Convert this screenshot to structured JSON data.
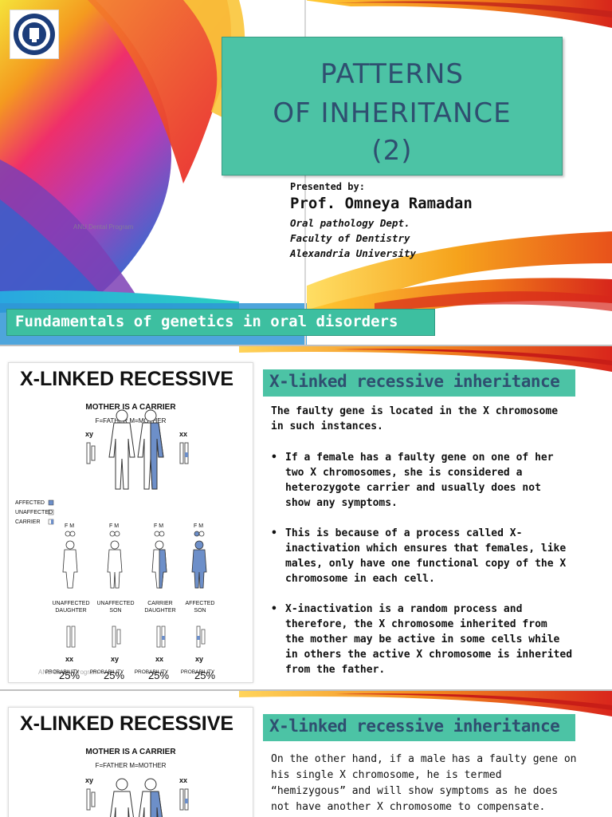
{
  "slide1": {
    "title_lines": [
      "PATTERNS",
      "OF INHERITANCE",
      "(2)"
    ],
    "presented_by": "Presented by:",
    "presenter": "Prof. Omneya Ramadan",
    "affiliation": [
      "Oral pathology Dept.",
      "Faculty of Dentistry",
      "Alexandria University"
    ],
    "watermark": "ANU Dental Program",
    "banner": "Fundamentals of genetics in oral disorders"
  },
  "slide2": {
    "figure": {
      "title": "X-LINKED RECESSIVE",
      "subtitle": "MOTHER IS A CARRIER",
      "parents_key": "F=FATHER  M=MOTHER",
      "father_chromosomes": "xy",
      "mother_chromosomes": "xx",
      "legend": [
        "AFFECTED",
        "UNAFFECTED",
        "CARRIER"
      ],
      "fm_label": "F M",
      "children": [
        {
          "label1": "UNAFFECTED",
          "label2": "DAUGHTER",
          "chrom": "xx",
          "pct": "25%",
          "prob": "PROBABILITY"
        },
        {
          "label1": "UNAFFECTED",
          "label2": "SON",
          "chrom": "xy",
          "pct": "25%",
          "prob": "PROBABILITY"
        },
        {
          "label1": "CARRIER",
          "label2": "DAUGHTER",
          "chrom": "xx",
          "pct": "25%",
          "prob": "PROBABILITY"
        },
        {
          "label1": "AFFECTED",
          "label2": "SON",
          "chrom": "xy",
          "pct": "25%",
          "prob": "PROBABILITY"
        }
      ],
      "watermark": "ANU Dental Program"
    },
    "heading": "X-linked recessive inheritance",
    "intro": [
      "The faulty gene is located in the X chromosome",
      "in such instances."
    ],
    "bullets": [
      [
        "If a female has a faulty gene on one of her",
        "two X chromosomes, she is considered a",
        "heterozygote carrier and usually does not",
        "show any symptoms."
      ],
      [
        "This is because of a process called X-",
        "inactivation which ensures that females, like",
        "males, only have one functional copy of the X",
        "chromosome in each cell."
      ],
      [
        "X-inactivation is a random process and",
        "therefore, the X chromosome inherited from",
        "the mother may be active in some cells while",
        "in others the active X chromosome is inherited",
        "from the father."
      ]
    ]
  },
  "slide3": {
    "figure": {
      "title": "X-LINKED RECESSIVE",
      "subtitle": "MOTHER IS A CARRIER",
      "parents_key": "F=FATHER  M=MOTHER",
      "father_chromosomes": "xy",
      "mother_chromosomes": "xx"
    },
    "heading": "X-linked recessive inheritance",
    "body": [
      "On the other hand, if a male has a faulty gene on",
      "his single X chromosome, he is termed",
      "“hemizygous” and will show symptoms as he does",
      "not have another X chromosome to compensate."
    ]
  },
  "colors": {
    "teal": "#4cc3a5",
    "title_text": "#2f4f70",
    "affected_blue": "#6d8fc9"
  }
}
